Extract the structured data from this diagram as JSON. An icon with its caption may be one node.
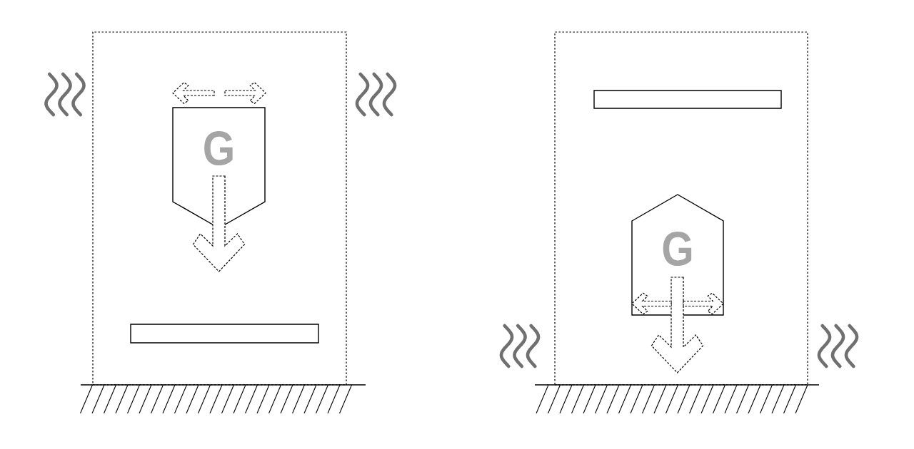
{
  "diagram": {
    "nodes": [
      {
        "text": [],
        "shape": "box"
      },
      {
        "text": [
          "G"
        ],
        "in": 0
      },
      {
        "text": [],
        "shape": "bar",
        "in": 0
      },
      {
        "text": [],
        "shape": "box"
      },
      {
        "text": [],
        "shape": "bar",
        "in": 3
      },
      {
        "text": [
          "G"
        ],
        "in": 3
      }
    ]
  }
}
